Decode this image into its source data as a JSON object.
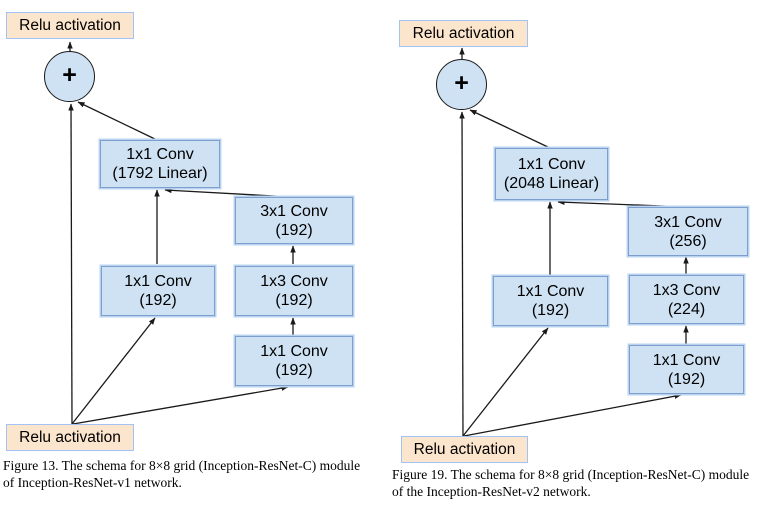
{
  "colors": {
    "relu_fill": "#fce5cd",
    "relu_border": "#a4c2f4",
    "conv_fill": "#cfe2f3",
    "conv_border": "#7d9fd0",
    "edge": "#1a1a1a"
  },
  "left": {
    "relu_top": "Relu activation",
    "plus": "+",
    "linear": {
      "l1": "1x1 Conv",
      "l2": "(1792 Linear)"
    },
    "conv_3x1": {
      "l1": "3x1 Conv",
      "l2": "(192)"
    },
    "conv_1x1_a": {
      "l1": "1x1 Conv",
      "l2": "(192)"
    },
    "conv_1x3": {
      "l1": "1x3 Conv",
      "l2": "(192)"
    },
    "conv_1x1_b": {
      "l1": "1x1 Conv",
      "l2": "(192)"
    },
    "relu_bottom": "Relu activation",
    "caption": {
      "l1": "Figure 13. The schema for 8×8 grid (Inception-ResNet-C) module",
      "l2": "of Inception-ResNet-v1 network."
    }
  },
  "right": {
    "relu_top": "Relu activation",
    "plus": "+",
    "linear": {
      "l1": "1x1 Conv",
      "l2": "(2048 Linear)"
    },
    "conv_3x1": {
      "l1": "3x1 Conv",
      "l2": "(256)"
    },
    "conv_1x1_a": {
      "l1": "1x1 Conv",
      "l2": "(192)"
    },
    "conv_1x3": {
      "l1": "1x3 Conv",
      "l2": "(224)"
    },
    "conv_1x1_b": {
      "l1": "1x1 Conv",
      "l2": "(192)"
    },
    "relu_bottom": "Relu activation",
    "caption": {
      "l1": "Figure 19. The schema for 8×8 grid (Inception-ResNet-C) module",
      "l2": "of the Inception-ResNet-v2 network."
    }
  }
}
